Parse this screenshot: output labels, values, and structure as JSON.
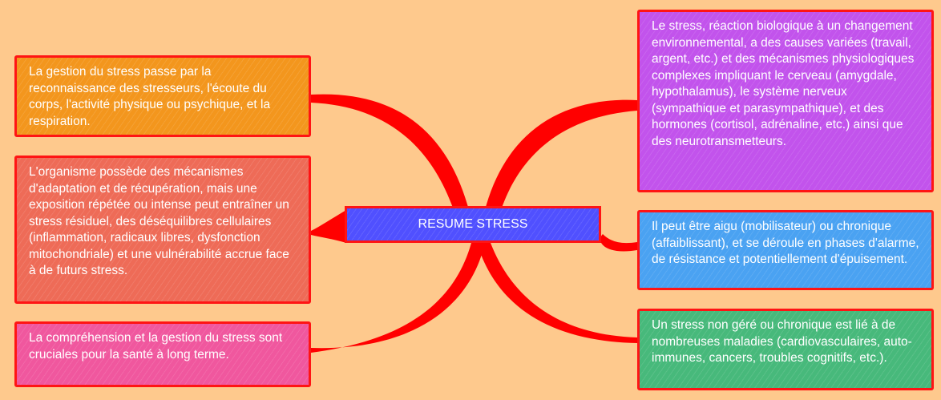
{
  "central": {
    "label": "RESUME STRESS"
  },
  "colors": {
    "background": "#fec98d",
    "border": "#ff1414",
    "branch": "#ff0000",
    "center": "#5050ff",
    "orange": "#f3961d",
    "salmon": "#ee6b57",
    "pink": "#f0579e",
    "purple": "#c253ec",
    "blue": "#4aa2f2",
    "green": "#47b97b"
  },
  "nodes": {
    "left_top": "La gestion du stress passe par la reconnaissance des stresseurs, l'écoute du corps, l'activité physique ou psychique, et la respiration.",
    "left_middle": "L'organisme possède des mécanismes d'adaptation et de récupération, mais une exposition répétée ou intense peut entraîner un stress résiduel, des déséquilibres cellulaires (inflammation, radicaux libres, dysfonction mitochondriale) et une vulnérabilité accrue face à de futurs stress.",
    "left_bottom": "La compréhension et la gestion du stress sont cruciales pour la santé à long terme.",
    "right_top": "Le stress, réaction biologique à un changement environnemental, a des causes variées (travail, argent, etc.) et des mécanismes physiologiques complexes impliquant le cerveau (amygdale, hypothalamus), le système nerveux (sympathique et parasympathique), et des hormones (cortisol, adrénaline, etc.) ainsi que des neurotransmetteurs.",
    "right_middle": "Il peut être aigu (mobilisateur) ou chronique (affaiblissant), et se déroule en phases d'alarme, de résistance et potentiellement d'épuisement.",
    "right_bottom": "Un stress non géré ou chronique est lié à de nombreuses maladies (cardiovasculaires, auto-immunes, cancers, troubles cognitifs, etc.)."
  }
}
